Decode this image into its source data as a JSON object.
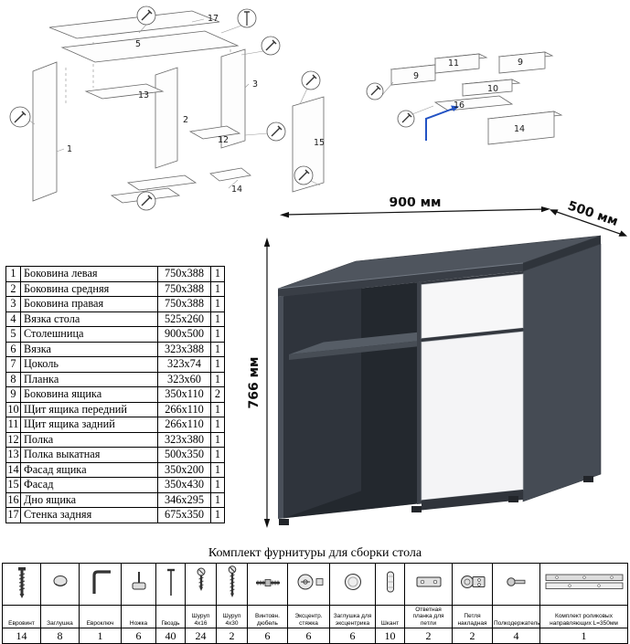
{
  "dimensions": {
    "width": "900 мм",
    "depth": "500 мм",
    "height": "766 мм"
  },
  "parts_table": {
    "rows": [
      {
        "num": "1",
        "name": "Боковина левая",
        "size": "750x388",
        "qty": "1"
      },
      {
        "num": "2",
        "name": "Боковина средняя",
        "size": "750x388",
        "qty": "1"
      },
      {
        "num": "3",
        "name": "Боковина правая",
        "size": "750x388",
        "qty": "1"
      },
      {
        "num": "4",
        "name": "Вязка стола",
        "size": "525x260",
        "qty": "1"
      },
      {
        "num": "5",
        "name": "Столешница",
        "size": "900x500",
        "qty": "1"
      },
      {
        "num": "6",
        "name": "Вязка",
        "size": "323x388",
        "qty": "1"
      },
      {
        "num": "7",
        "name": "Цоколь",
        "size": "323x74",
        "qty": "1"
      },
      {
        "num": "8",
        "name": "Планка",
        "size": "323x60",
        "qty": "1"
      },
      {
        "num": "9",
        "name": "Боковина ящика",
        "size": "350x110",
        "qty": "2"
      },
      {
        "num": "10",
        "name": "Щит ящика передний",
        "size": "266x110",
        "qty": "1"
      },
      {
        "num": "11",
        "name": "Щит ящика задний",
        "size": "266x110",
        "qty": "1"
      },
      {
        "num": "12",
        "name": "Полка",
        "size": "323x380",
        "qty": "1"
      },
      {
        "num": "13",
        "name": "Полка выкатная",
        "size": "500x350",
        "qty": "1"
      },
      {
        "num": "14",
        "name": "Фасад ящика",
        "size": "350x200",
        "qty": "1"
      },
      {
        "num": "15",
        "name": "Фасад",
        "size": "350x430",
        "qty": "1"
      },
      {
        "num": "16",
        "name": "Дно ящика",
        "size": "346x295",
        "qty": "1"
      },
      {
        "num": "17",
        "name": "Стенка задняя",
        "size": "675x350",
        "qty": "1"
      }
    ]
  },
  "hardware": {
    "title": "Комплект фурнитуры для сборки стола",
    "items": [
      {
        "name": "Евровинт",
        "qty": "14",
        "icon": "euro-screw-icon"
      },
      {
        "name": "Заглушка",
        "qty": "8",
        "icon": "cap-icon"
      },
      {
        "name": "Евроключ",
        "qty": "1",
        "icon": "hex-key-icon"
      },
      {
        "name": "Ножка",
        "qty": "6",
        "icon": "foot-icon"
      },
      {
        "name": "Гвоздь",
        "qty": "40",
        "icon": "nail-icon"
      },
      {
        "name": "Шуруп 4x16",
        "qty": "24",
        "icon": "screw-short-icon"
      },
      {
        "name": "Шуруп 4x30",
        "qty": "2",
        "icon": "screw-long-icon"
      },
      {
        "name": "Винтовн. дюбель",
        "qty": "6",
        "icon": "dowel-screw-icon"
      },
      {
        "name": "Эксцентр. стяжка",
        "qty": "6",
        "icon": "cam-lock-icon"
      },
      {
        "name": "Заглушка для эксцентрика",
        "qty": "6",
        "icon": "cam-cap-icon"
      },
      {
        "name": "Шкант",
        "qty": "10",
        "icon": "wood-dowel-icon"
      },
      {
        "name": "Ответная планка для петли",
        "qty": "2",
        "icon": "hinge-plate-icon"
      },
      {
        "name": "Петля накладная",
        "qty": "2",
        "icon": "hinge-icon"
      },
      {
        "name": "Полкодержатель",
        "qty": "4",
        "icon": "shelf-pin-icon"
      },
      {
        "name": "Комплект роликовых направляющих L=350мм",
        "qty": "1",
        "icon": "drawer-slides-icon"
      }
    ]
  },
  "diagram_labels": {
    "main": [
      "17",
      "5",
      "3",
      "13",
      "2",
      "12",
      "15",
      "1",
      "14"
    ],
    "drawer": [
      "9",
      "11",
      "9",
      "10",
      "16",
      "14"
    ]
  },
  "colors": {
    "desk_dark": "#4f555e",
    "desk_front": "#393e46",
    "front_white": "#f7f7f8",
    "guide_blue": "#2353c4"
  }
}
